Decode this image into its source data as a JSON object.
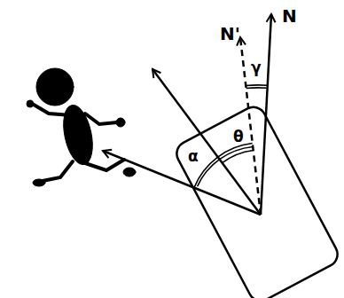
{
  "diagram": {
    "labels": [
      "N'",
      "N",
      "γ",
      "θ",
      "α"
    ]
  }
}
